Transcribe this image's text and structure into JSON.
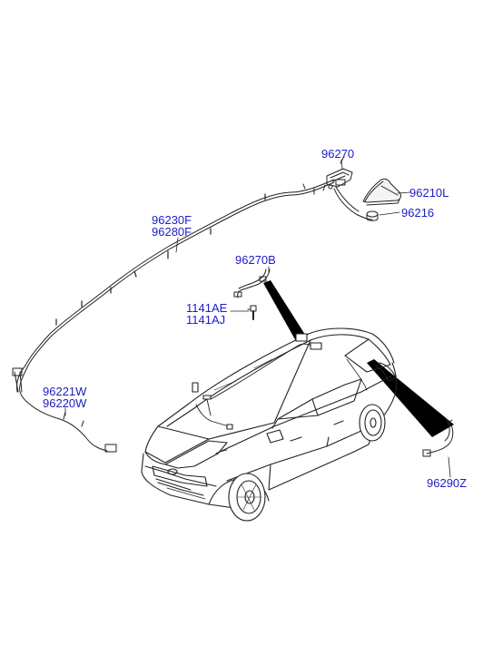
{
  "diagram": {
    "colors": {
      "label": "#1c1cc8",
      "line": "#222222",
      "cable": "#333333"
    },
    "labels": {
      "p96270": "96270",
      "p96210L": "96210L",
      "p96216": "96216",
      "p96230F": "96230F",
      "p96280F": "96280F",
      "p96270B": "96270B",
      "p1141AE": "1141AE",
      "p1141AJ": "1141AJ",
      "p96221W": "96221W",
      "p96220W": "96220W",
      "p96290Z": "96290Z"
    }
  }
}
